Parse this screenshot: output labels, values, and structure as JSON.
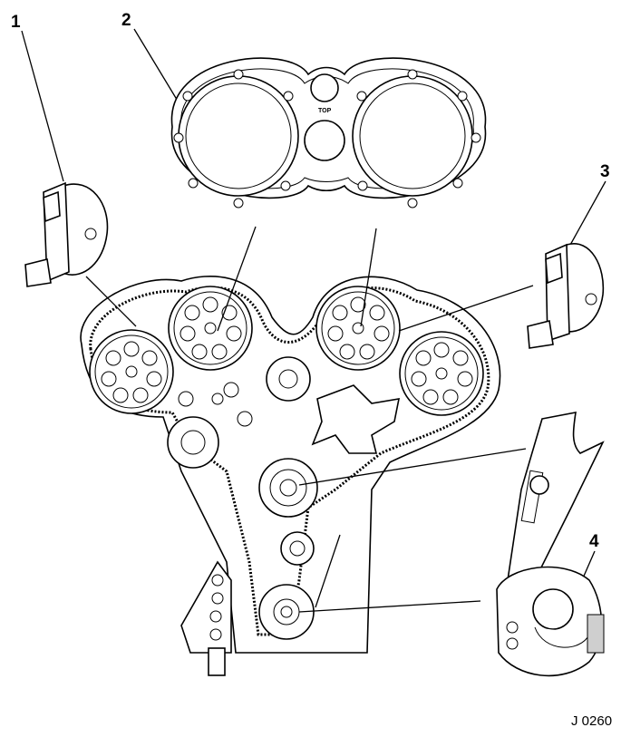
{
  "callouts": [
    {
      "id": "1",
      "label": "1"
    },
    {
      "id": "2",
      "label": "2"
    },
    {
      "id": "3",
      "label": "3"
    },
    {
      "id": "4",
      "label": "4"
    }
  ],
  "plate_marking": "TOP",
  "reference_code": "J 0260"
}
